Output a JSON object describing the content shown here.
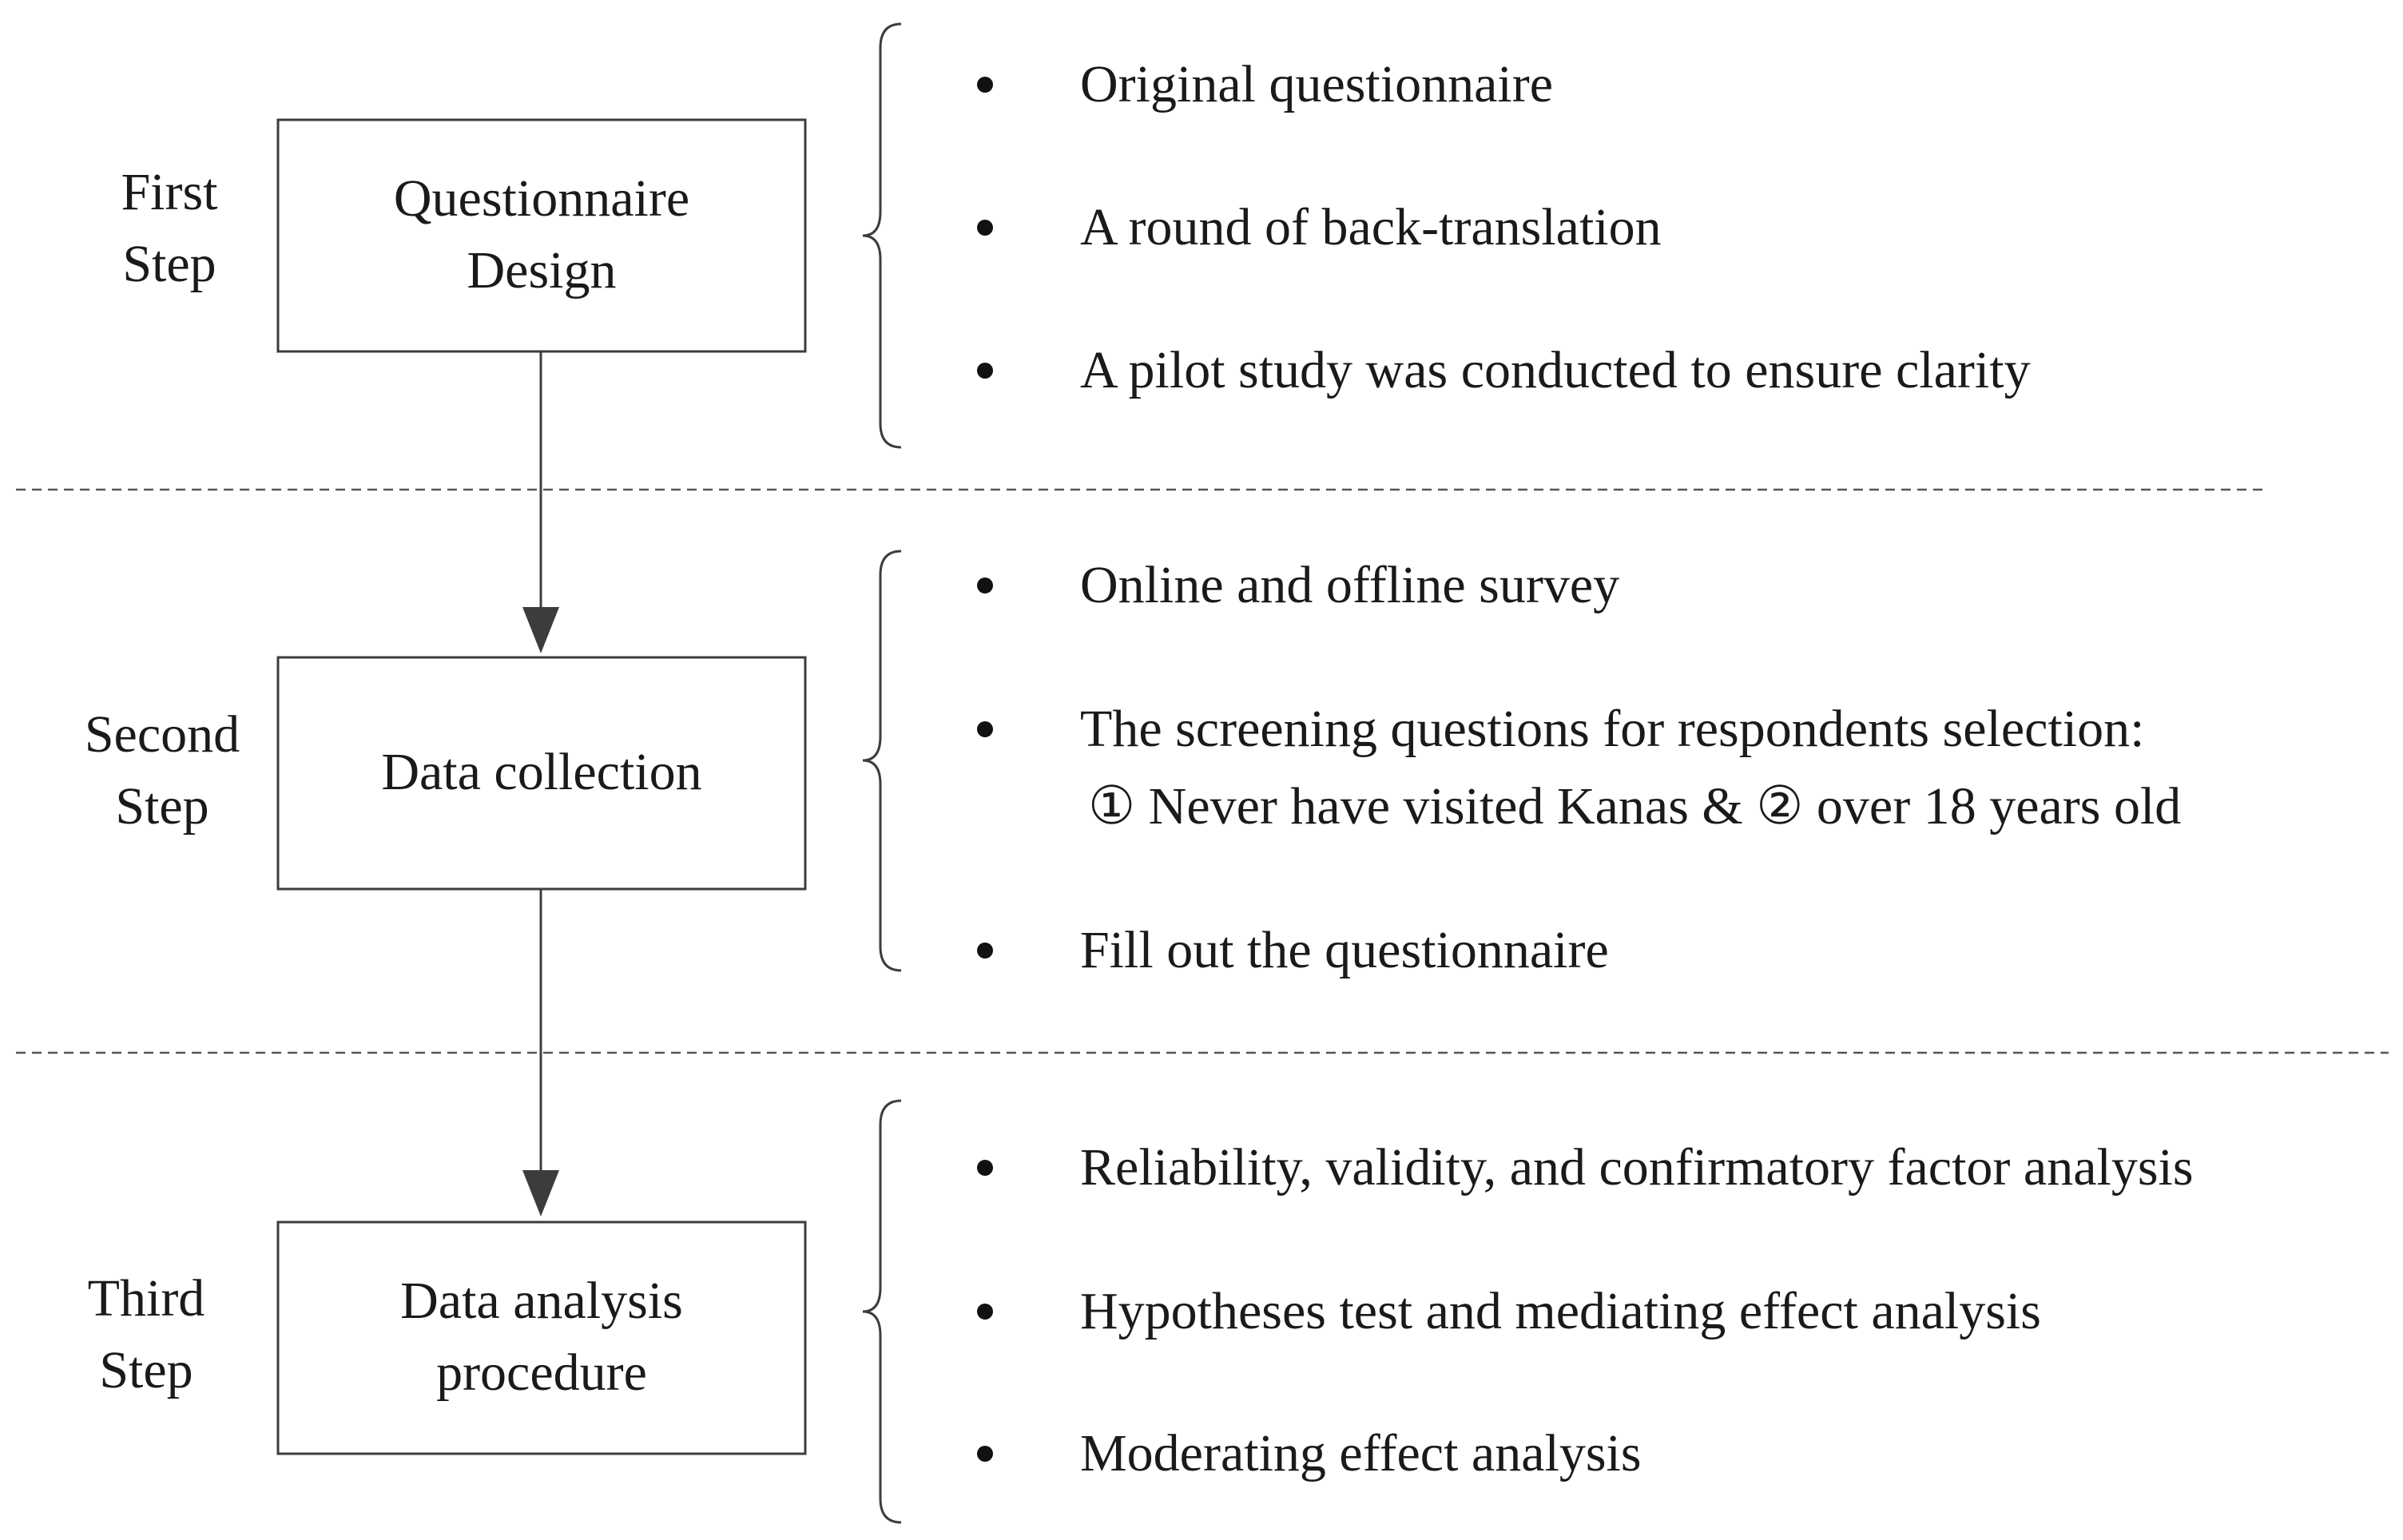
{
  "steps": [
    {
      "label_lines": [
        "First",
        "Step"
      ],
      "box_lines": [
        "Questionnaire",
        "Design"
      ],
      "items": [
        {
          "lines": [
            "Original questionnaire"
          ]
        },
        {
          "lines": [
            "A round of back-translation"
          ]
        },
        {
          "lines": [
            "A pilot study was conducted to ensure clarity"
          ]
        }
      ]
    },
    {
      "label_lines": [
        "Second",
        "Step"
      ],
      "box_lines": [
        "Data collection"
      ],
      "items": [
        {
          "lines": [
            "Online and offline survey"
          ]
        },
        {
          "lines": [
            "The screening questions for respondents selection:",
            "① Never have visited Kanas & ② over 18 years old"
          ]
        },
        {
          "lines": [
            "Fill out the questionnaire"
          ]
        }
      ]
    },
    {
      "label_lines": [
        "Third",
        "Step"
      ],
      "box_lines": [
        "Data analysis",
        "procedure"
      ],
      "items": [
        {
          "lines": [
            "Reliability, validity, and confirmatory factor analysis"
          ]
        },
        {
          "lines": [
            "Hypotheses test and mediating effect analysis"
          ]
        },
        {
          "lines": [
            "Moderating effect analysis"
          ]
        }
      ]
    }
  ]
}
